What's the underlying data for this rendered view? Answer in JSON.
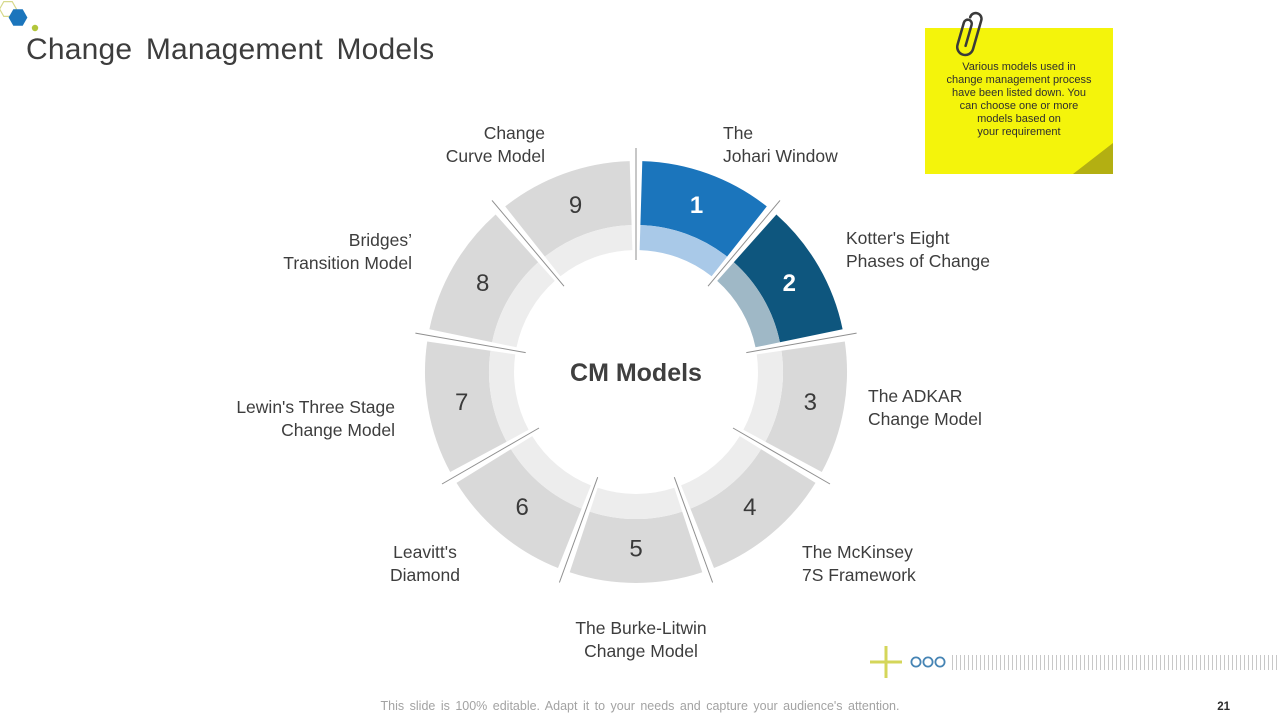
{
  "slide": {
    "title": "Change Management Models",
    "footer": "This slide is 100% editable. Adapt it to your needs and capture your audience's attention.",
    "page_number": "21"
  },
  "note": {
    "text": "Various models used in change management process have been listed down. You can choose one or more models based on your requirement",
    "lines": [
      "Various models used in",
      "change management  process",
      "have been listed down. You",
      "can choose one or more",
      "models based on",
      "your requirement"
    ],
    "bg_color": "#f4f40b",
    "fold_color": "#b3af12"
  },
  "chart_data": {
    "type": "pie",
    "variant": "segmented-donut",
    "title": "CM Models",
    "start_angle_deg": 0,
    "sweep_per_segment_deg": 40,
    "legend_position": "around",
    "segments": [
      {
        "number": "1",
        "value": 1,
        "label": "The Johari Window",
        "label_lines": [
          "The",
          "Johari Window"
        ],
        "outer_color": "#1b75bc",
        "inner_color": "#a9c9e8",
        "number_color": "#ffffff",
        "number_bold": true
      },
      {
        "number": "2",
        "value": 1,
        "label": "Kotter's Eight Phases of Change",
        "label_lines": [
          "Kotter's Eight",
          "Phases of Change"
        ],
        "outer_color": "#0e567e",
        "inner_color": "#9fb8c6",
        "number_color": "#ffffff",
        "number_bold": true
      },
      {
        "number": "3",
        "value": 1,
        "label": "The ADKAR Change Model",
        "label_lines": [
          "The ADKAR",
          "Change Model"
        ],
        "outer_color": "#d9d9d9",
        "inner_color": "#ededed",
        "number_color": "#3a3a3a",
        "number_bold": false
      },
      {
        "number": "4",
        "value": 1,
        "label": "The McKinsey 7S Framework",
        "label_lines": [
          "The McKinsey",
          "7S Framework"
        ],
        "outer_color": "#d9d9d9",
        "inner_color": "#ededed",
        "number_color": "#3a3a3a",
        "number_bold": false
      },
      {
        "number": "5",
        "value": 1,
        "label": "The Burke-Litwin Change Model",
        "label_lines": [
          "The Burke-Litwin",
          "Change Model"
        ],
        "outer_color": "#d9d9d9",
        "inner_color": "#ededed",
        "number_color": "#3a3a3a",
        "number_bold": false
      },
      {
        "number": "6",
        "value": 1,
        "label": "Leavitt's Diamond",
        "label_lines": [
          "Leavitt's",
          "Diamond"
        ],
        "outer_color": "#d9d9d9",
        "inner_color": "#ededed",
        "number_color": "#3a3a3a",
        "number_bold": false
      },
      {
        "number": "7",
        "value": 1,
        "label": "Lewin's Three Stage Change Model",
        "label_lines": [
          "Lewin's Three Stage",
          "Change Model"
        ],
        "outer_color": "#d9d9d9",
        "inner_color": "#ededed",
        "number_color": "#3a3a3a",
        "number_bold": false
      },
      {
        "number": "8",
        "value": 1,
        "label": "Bridges’ Transition Model",
        "label_lines": [
          "Bridges’",
          "Transition Model"
        ],
        "outer_color": "#d9d9d9",
        "inner_color": "#ededed",
        "number_color": "#3a3a3a",
        "number_bold": false
      },
      {
        "number": "9",
        "value": 1,
        "label": "Change Curve Model",
        "label_lines": [
          "Change",
          "Curve Model"
        ],
        "outer_color": "#d9d9d9",
        "inner_color": "#ededed",
        "number_color": "#3a3a3a",
        "number_bold": false
      }
    ],
    "divider_color": "#8f8f8f",
    "center_text_color": "#3f3f3f"
  },
  "brand": {
    "hex_outline_color": "#d6d98c",
    "hex_fill_color": "#1b75bc",
    "dot_color": "#b2c63b"
  },
  "decor": {
    "plus_color": "#d4d65a",
    "circles_color": "#4684b4",
    "dash_color": "#c8c8c8"
  }
}
